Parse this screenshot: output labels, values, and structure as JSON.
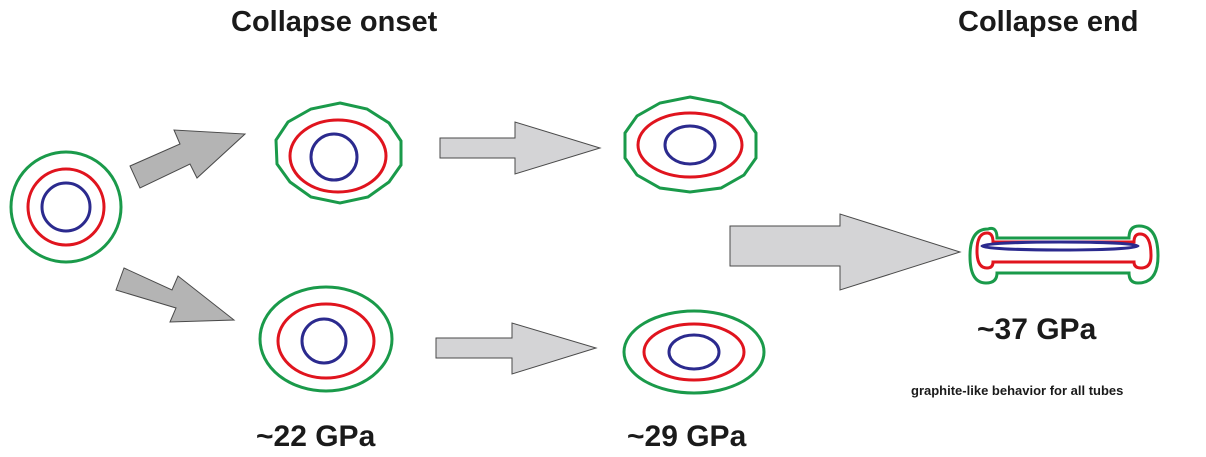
{
  "headings": {
    "onset": "Collapse onset",
    "end": "Collapse end"
  },
  "pressures": {
    "p22": "~22 GPa",
    "p29": "~29 GPa",
    "p37": "~37 GPa"
  },
  "note": "graphite-like behavior for all tubes",
  "colors": {
    "outer_tube": "#1a9a4a",
    "middle_tube": "#e0141e",
    "inner_tube": "#2b2a8e",
    "arrow_dark": "#b4b4b4",
    "arrow_light": "#d4d4d6",
    "arrow_stroke": "#4a4a4a"
  }
}
